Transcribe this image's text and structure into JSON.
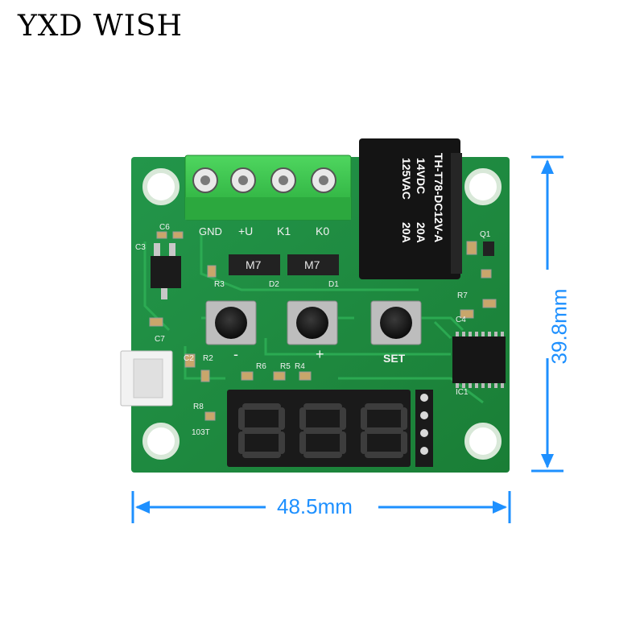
{
  "brand": "YXD WISH",
  "dimensions": {
    "width": "48.5mm",
    "height": "39.8mm"
  },
  "terminals": {
    "gnd": "GND",
    "plus_u": "+U",
    "k1": "K1",
    "k0": "K0"
  },
  "relay": {
    "line1": "125VAC",
    "line2": "14VDC",
    "line3": "20A",
    "line4": "20A",
    "model": "TH-T78-DC12V-A"
  },
  "diodes": {
    "d2": "M7",
    "d1": "M7"
  },
  "silkscreen": {
    "c6": "C6",
    "c3": "C3",
    "r3": "R3",
    "d2": "D2",
    "d1": "D1",
    "c7": "C7",
    "c2": "C2",
    "r2": "R2",
    "r6": "R6",
    "r5": "R5",
    "r4": "R4",
    "set": "SET",
    "plus": "+",
    "minus": "-",
    "r8": "R8",
    "ic1": "IC1",
    "q1": "Q1",
    "r7": "R7",
    "c4": "C4",
    "ntc": "103T"
  },
  "colors": {
    "pcb": "#1f8a3c",
    "terminal": "#35c24a",
    "relay": "#141414",
    "dimension": "#1e90ff",
    "display": "#1a1a1a",
    "segment": "#3a3a3a"
  }
}
